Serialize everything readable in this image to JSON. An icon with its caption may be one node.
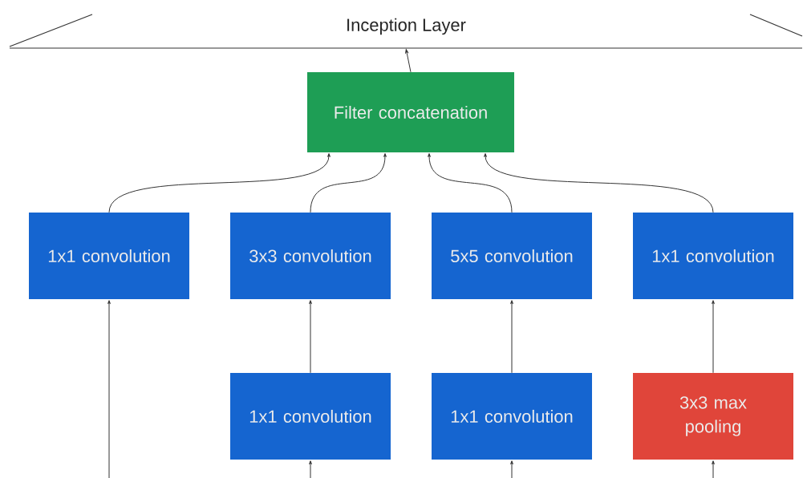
{
  "diagram": {
    "nodes": [
      {
        "text": [
          "Inception Layer"
        ]
      },
      {
        "text": [
          "Filter concatenation"
        ]
      },
      {
        "text": [
          "1x1 convolution"
        ]
      },
      {
        "text": [
          "3x3 convolution"
        ]
      },
      {
        "text": [
          "5x5 convolution"
        ]
      },
      {
        "text": [
          "1x1 convolution"
        ]
      },
      {
        "text": [
          "1x1 convolution"
        ]
      },
      {
        "text": [
          "1x1 convolution"
        ]
      },
      {
        "text": [
          "3x3 max pooling"
        ]
      }
    ],
    "edges": [
      {
        "from": 1,
        "to": 0,
        "arrow": "to"
      },
      {
        "from": 2,
        "to": 1,
        "arrow": "to"
      },
      {
        "from": 3,
        "to": 1,
        "arrow": "to"
      },
      {
        "from": 4,
        "to": 1,
        "arrow": "to"
      },
      {
        "from": 5,
        "to": 1,
        "arrow": "to"
      },
      {
        "from": 6,
        "to": 3,
        "arrow": "to"
      },
      {
        "from": 7,
        "to": 4,
        "arrow": "to"
      },
      {
        "from": 8,
        "to": 5,
        "arrow": "to"
      },
      {
        "from": null,
        "to": 2,
        "arrow": "to"
      },
      {
        "from": null,
        "to": 6,
        "arrow": "to"
      },
      {
        "from": null,
        "to": 7,
        "arrow": "to"
      },
      {
        "from": null,
        "to": 8,
        "arrow": "to"
      }
    ]
  }
}
